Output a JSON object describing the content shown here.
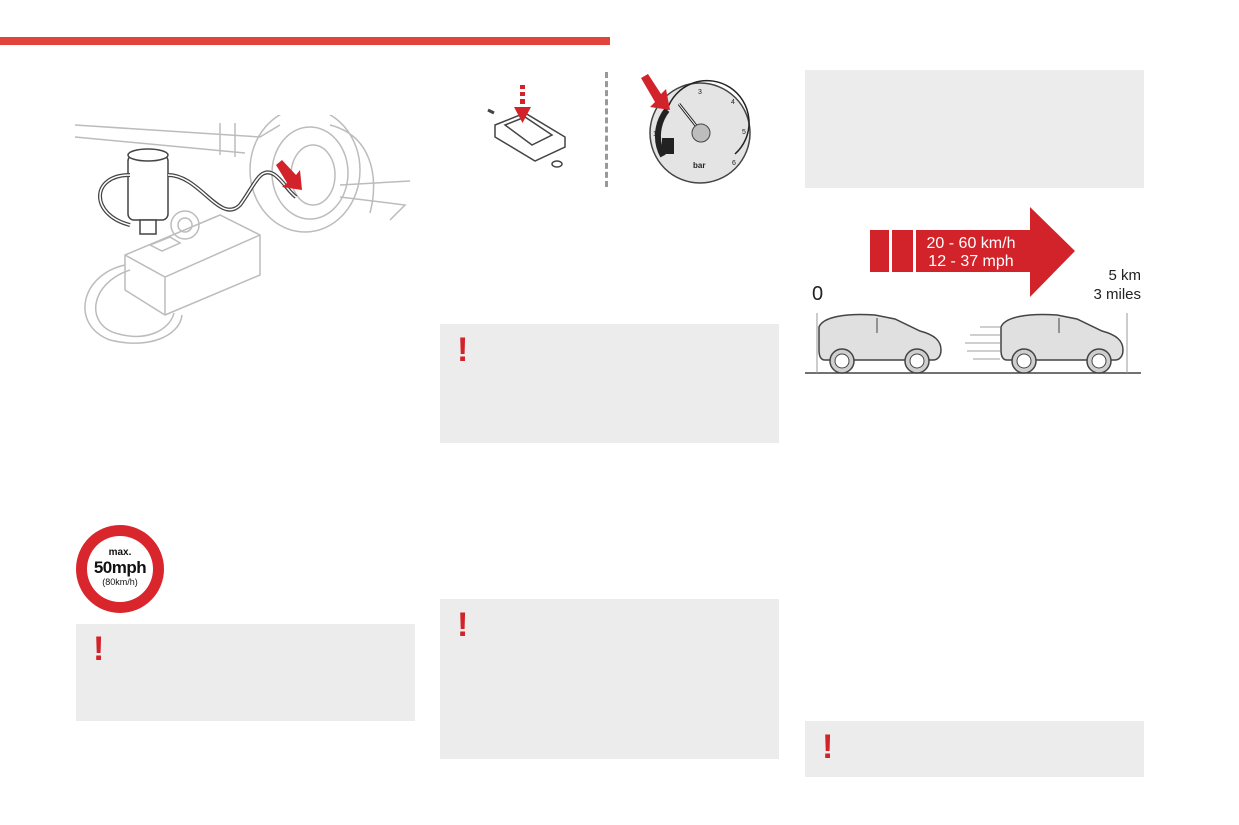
{
  "speed_sign": {
    "line1": "max.",
    "line2": "50mph",
    "line3": "(80km/h)"
  },
  "gauge": {
    "unit": "bar",
    "ticks": [
      "1",
      "2",
      "3",
      "4",
      "5",
      "6"
    ]
  },
  "drive_diagram": {
    "speed_kmh": "20 - 60 km/h",
    "speed_mph": "12 - 37 mph",
    "start_label": "0",
    "end_km": "5 km",
    "end_miles": "3 miles"
  },
  "warning_symbol": "!",
  "colors": {
    "accent_red": "#d2232a",
    "top_bar": "#e0443a",
    "panel_gray": "#ececec"
  }
}
